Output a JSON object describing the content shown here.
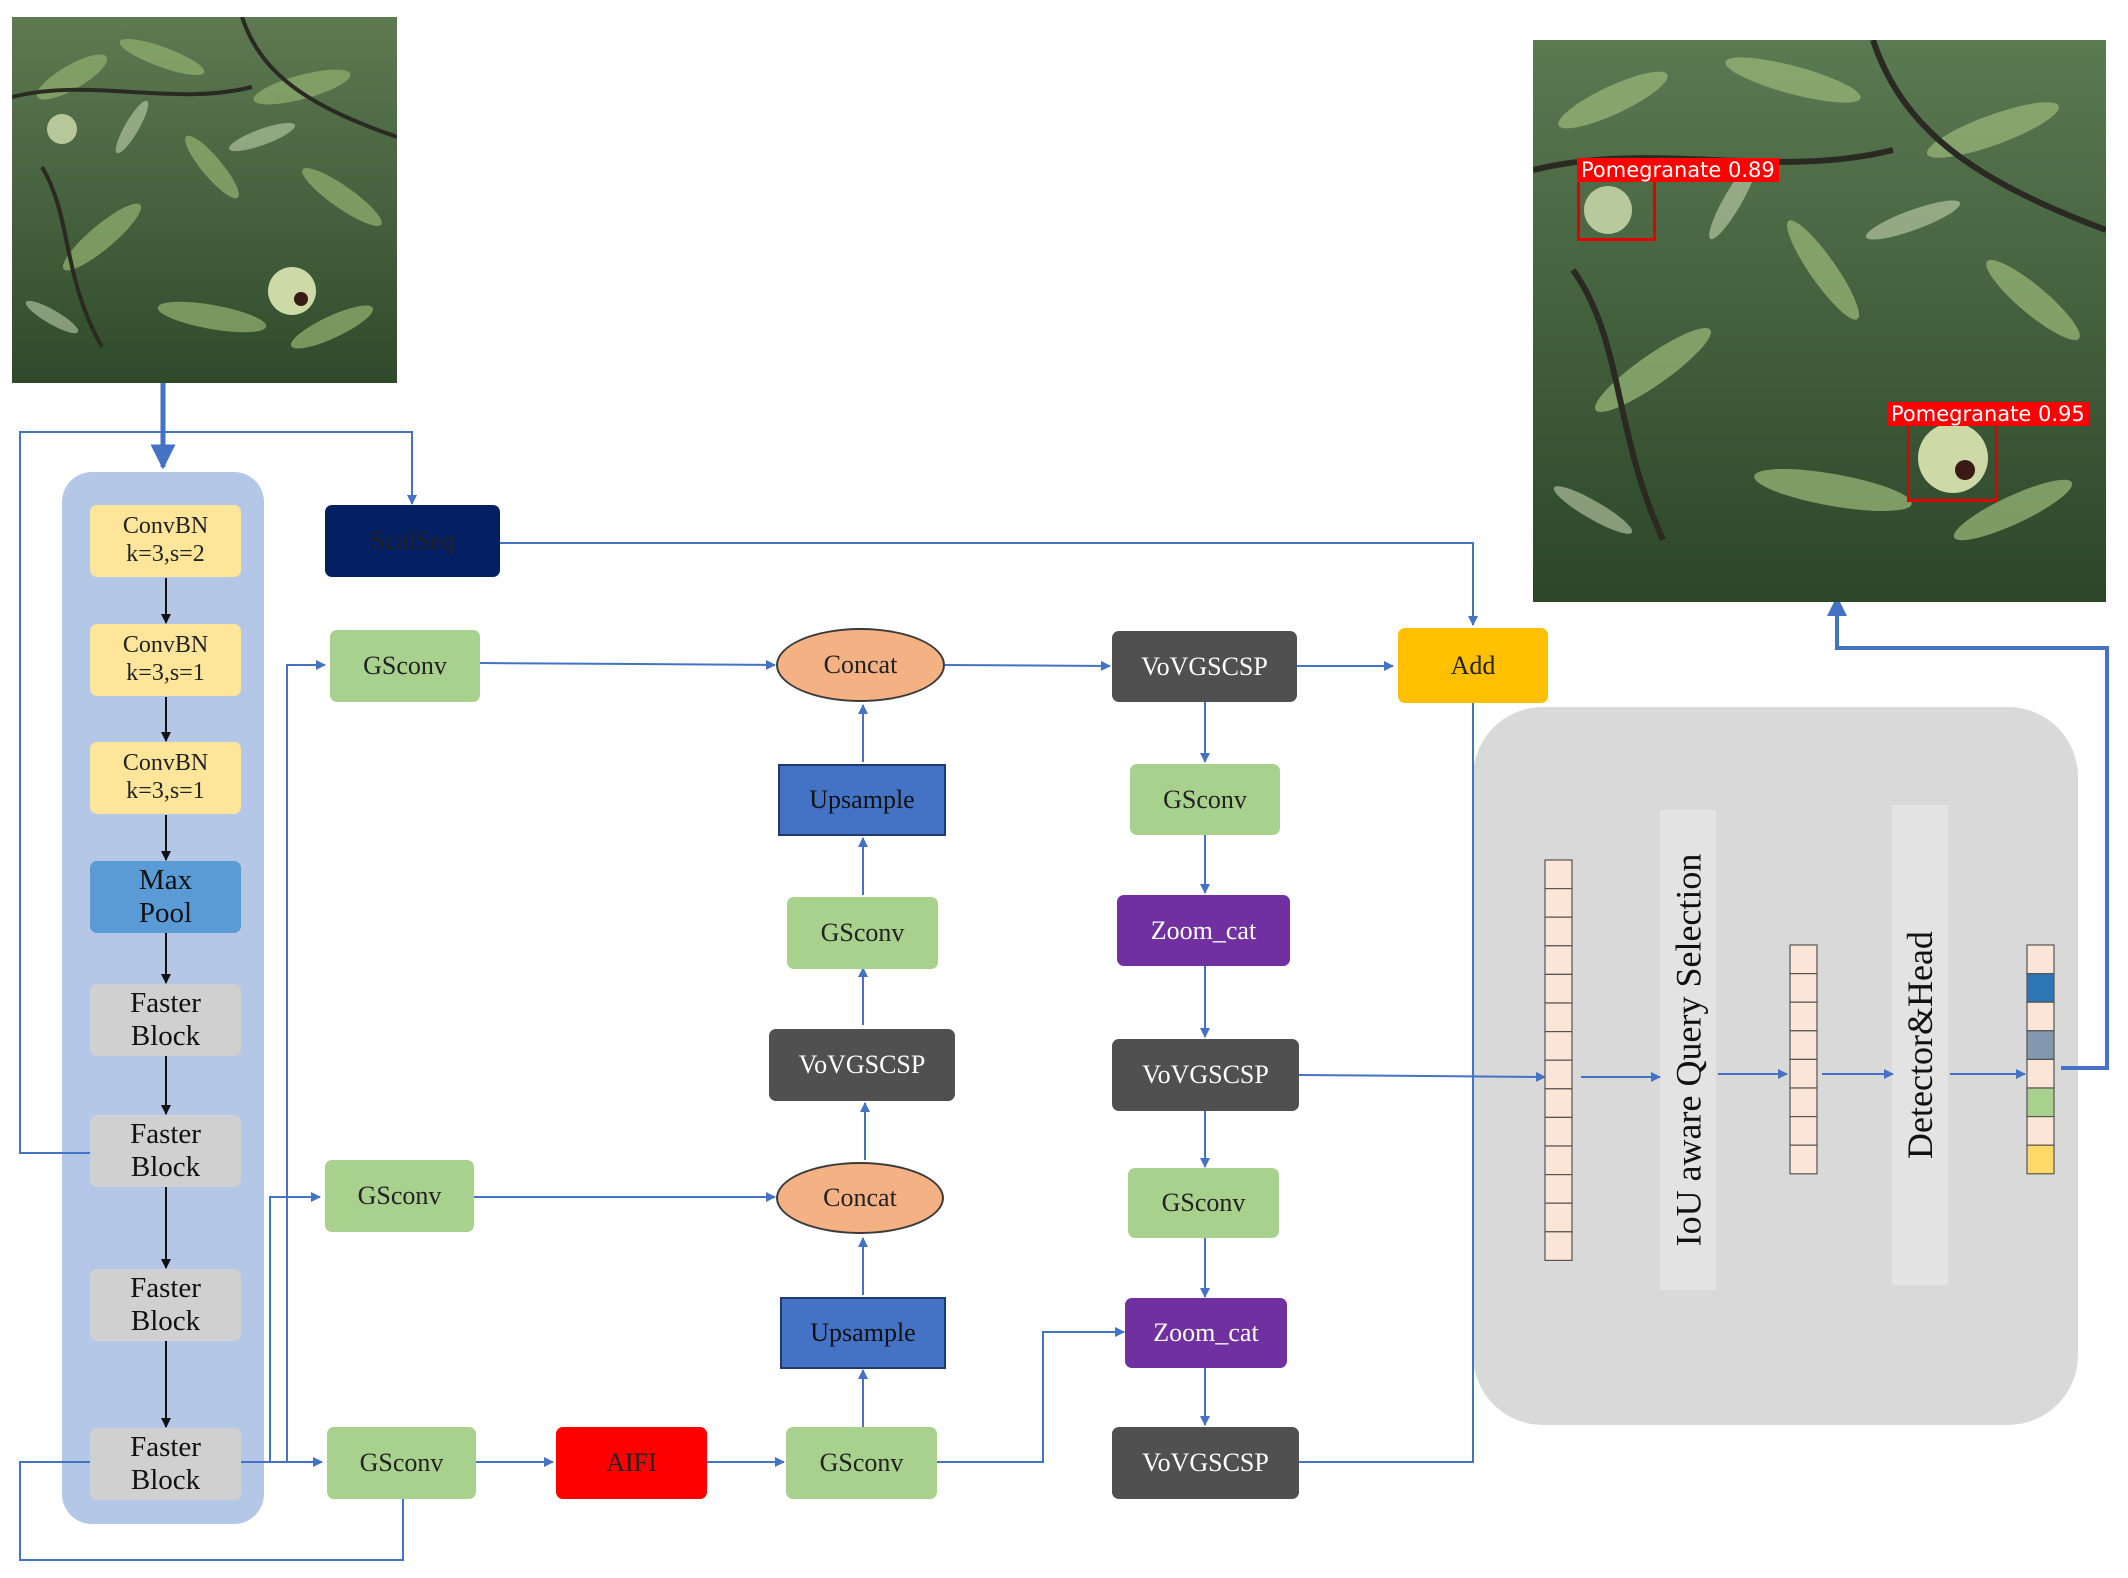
{
  "backbone": {
    "convbn1": "ConvBN\nk=3,s=2",
    "convbn2": "ConvBN\nk=3,s=1",
    "convbn3": "ConvBN\nk=3,s=1",
    "maxpool": "Max\nPool",
    "faster1": "Faster\nBlock",
    "faster2": "Faster\nBlock",
    "faster3": "Faster\nBlock",
    "faster4": "Faster\nBlock"
  },
  "neck": {
    "scalseq": "ScalSeq",
    "gsconv_top": "GSconv",
    "gsconv_mid": "GSconv",
    "gsconv_bottom": "GSconv",
    "aifi": "AIFI",
    "gsconv_after_aifi": "GSconv",
    "upsample_bottom": "Upsample",
    "concat_bottom": "Concat",
    "vov_center": "VoVGSCSP",
    "gsconv_center": "GSconv",
    "upsample_top": "Upsample",
    "concat_top": "Concat",
    "vov_right_top": "VoVGSCSP",
    "gsconv_right1": "GSconv",
    "zoomcat_top": "Zoom_cat",
    "vov_right_mid": "VoVGSCSP",
    "gsconv_right2": "GSconv",
    "zoomcat_bottom": "Zoom_cat",
    "vov_right_bottom": "VoVGSCSP",
    "add": "Add"
  },
  "head": {
    "query_selection": "IoU aware Query Selection",
    "detector_head": "Detector&Head",
    "output_cell_colors": [
      "#fbe5d6",
      "#2e75b6",
      "#fbe5d6",
      "#8497b0",
      "#fbe5d6",
      "#a9d18e",
      "#fbe5d6",
      "#ffd966"
    ]
  },
  "detections": [
    {
      "label": "Pomegranate 0.89"
    },
    {
      "label": "Pomegranate 0.95"
    }
  ],
  "colors": {
    "line": "#4472c4",
    "backbone_bg": "#b4c7e7",
    "head_bg": "#d9d9d9"
  }
}
